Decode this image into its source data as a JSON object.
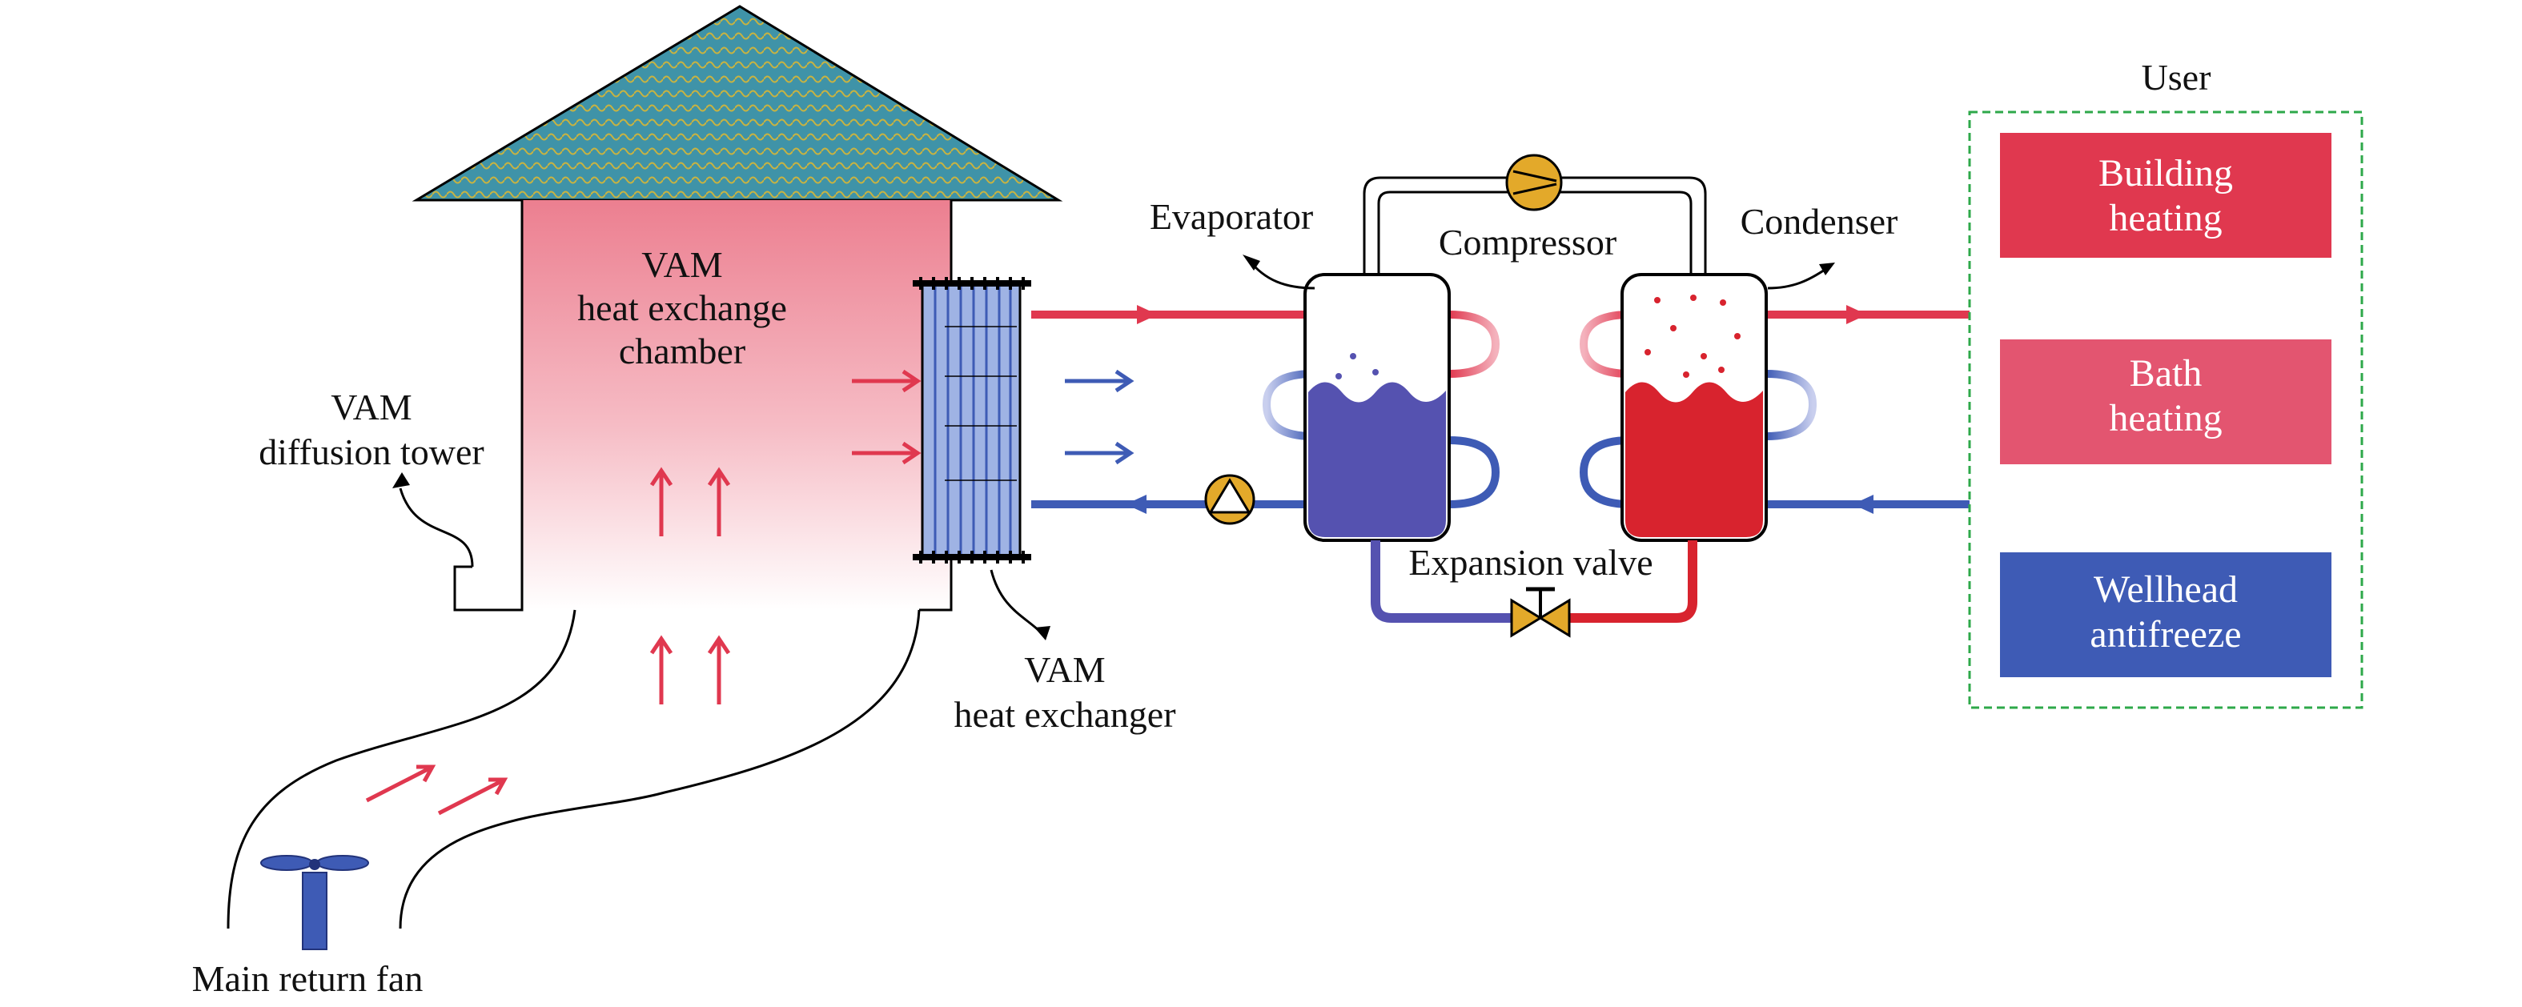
{
  "labels": {
    "user": "User",
    "building_heating": [
      "Building",
      "heating"
    ],
    "bath_heating": [
      "Bath",
      "heating"
    ],
    "wellhead_antifreeze": [
      "Wellhead",
      "antifreeze"
    ],
    "evaporator": "Evaporator",
    "compressor": "Compressor",
    "condenser": "Condenser",
    "expansion_valve": "Expansion valve",
    "vam_chamber": [
      "VAM",
      "heat exchange",
      "chamber"
    ],
    "vam_tower": [
      "VAM",
      "diffusion tower"
    ],
    "vam_exchanger": [
      "VAM",
      "heat exchanger"
    ],
    "main_fan": "Main return fan"
  },
  "colors": {
    "hot": "#e0384f",
    "cold": "#3e5bb5",
    "bath": "#e35570",
    "evaporator_fluid": "#5552b0",
    "condenser_fluid": "#d8232e",
    "device_yellow": "#e3a92a",
    "roof": "#3f93a8",
    "user_border": "#2ea84a"
  }
}
